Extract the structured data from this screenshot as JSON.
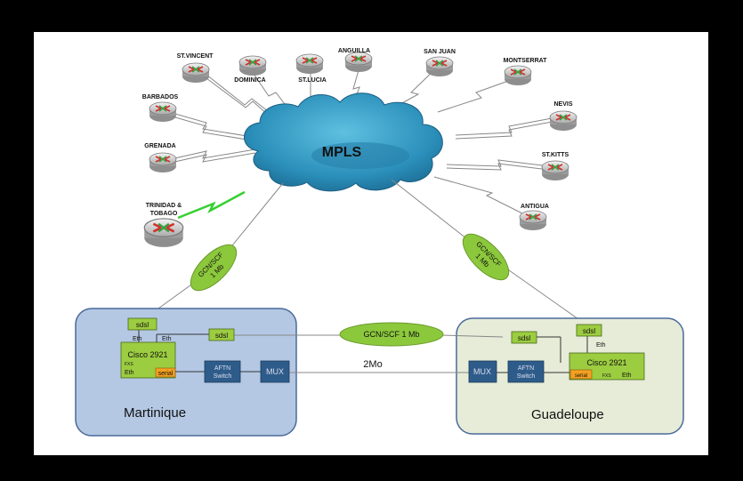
{
  "cloud": {
    "label": "MPLS"
  },
  "routers": [
    {
      "id": "st-vincent",
      "label": "ST.VINCENT"
    },
    {
      "id": "dominica",
      "label": "DOMINICA"
    },
    {
      "id": "st-lucia",
      "label": "ST.LUCIA"
    },
    {
      "id": "anguilla",
      "label": "ANGUILLA"
    },
    {
      "id": "san-juan",
      "label": "SAN JUAN"
    },
    {
      "id": "montserrat",
      "label": "MONTSERRAT"
    },
    {
      "id": "barbados",
      "label": "BARBADOS"
    },
    {
      "id": "nevis",
      "label": "NEVIS"
    },
    {
      "id": "grenada",
      "label": "GRENADA"
    },
    {
      "id": "st-kitts",
      "label": "ST.KITTS"
    },
    {
      "id": "antigua",
      "label": "ANTIGUA"
    },
    {
      "id": "trinidad",
      "label": "TRINIDAD &",
      "label2": "TOBAGO"
    }
  ],
  "links": {
    "left_gcn": {
      "line1": "GCN/SCF",
      "line2": "1 Mb"
    },
    "right_gcn": {
      "line1": "GCN/SCF",
      "line2": "1 Mb"
    },
    "middle_gcn": "GCN/SCF  1 Mb",
    "mux_link": "2Mo"
  },
  "sites": {
    "martinique": {
      "name": "Martinique",
      "sdsl_top": "sdsl",
      "sdsl_right": "sdsl",
      "eth_a": "Eth",
      "eth_b": "Eth",
      "router": "Cisco 2921",
      "fxs": "FXS",
      "eth_c": "Eth",
      "serial": "serial",
      "aftn_1": "AFTN",
      "aftn_2": "Switch",
      "mux": "MUX"
    },
    "guadeloupe": {
      "name": "Guadeloupe",
      "sdsl_top": "sdsl",
      "sdsl_left": "sdsl",
      "eth_a": "Eth",
      "router": "Cisco 2921",
      "serial": "serial",
      "fxs": "FXS",
      "eth_c": "Eth",
      "aftn_1": "AFTN",
      "aftn_2": "Switch",
      "mux": "MUX"
    }
  },
  "colors": {
    "frame": "#000000",
    "canvas": "#ffffff",
    "cloud": "#3aa0c8",
    "ellipse": "#8cc83c",
    "martinique_bg": "#b4c8e4",
    "guadeloupe_bg": "#e6ecd8",
    "router_box": "#9ccc40",
    "switch_box": "#2e5c8a",
    "serial": "#f4a020"
  }
}
